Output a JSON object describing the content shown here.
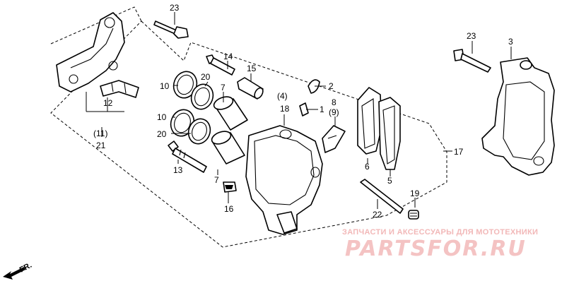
{
  "callouts": {
    "c23a": "23",
    "c23b": "23",
    "c3": "3",
    "c14": "14",
    "c15": "15",
    "c10a": "10",
    "c20a": "20",
    "c7a": "7",
    "c10b": "10",
    "c20b": "20",
    "c12": "12",
    "c11": "(11)",
    "c21": "21",
    "c4": "(4)",
    "c18": "18",
    "c2": "2",
    "c1": "1",
    "c8": "8",
    "c9": "(9)",
    "c17": "17",
    "c13": "13",
    "c7b": "7",
    "c16": "16",
    "c6": "6",
    "c5": "5",
    "c22": "22",
    "c19": "19"
  },
  "direction_label": "FR.",
  "watermark": {
    "line1": "ЗАПЧАСТИ И АКСЕССУАРЫ ДЛЯ МОТОТЕХНИКИ",
    "line2": "PARTSFOR.RU"
  },
  "colors": {
    "ink": "#000000",
    "watermark": "#f2b8b8",
    "background": "#ffffff"
  }
}
